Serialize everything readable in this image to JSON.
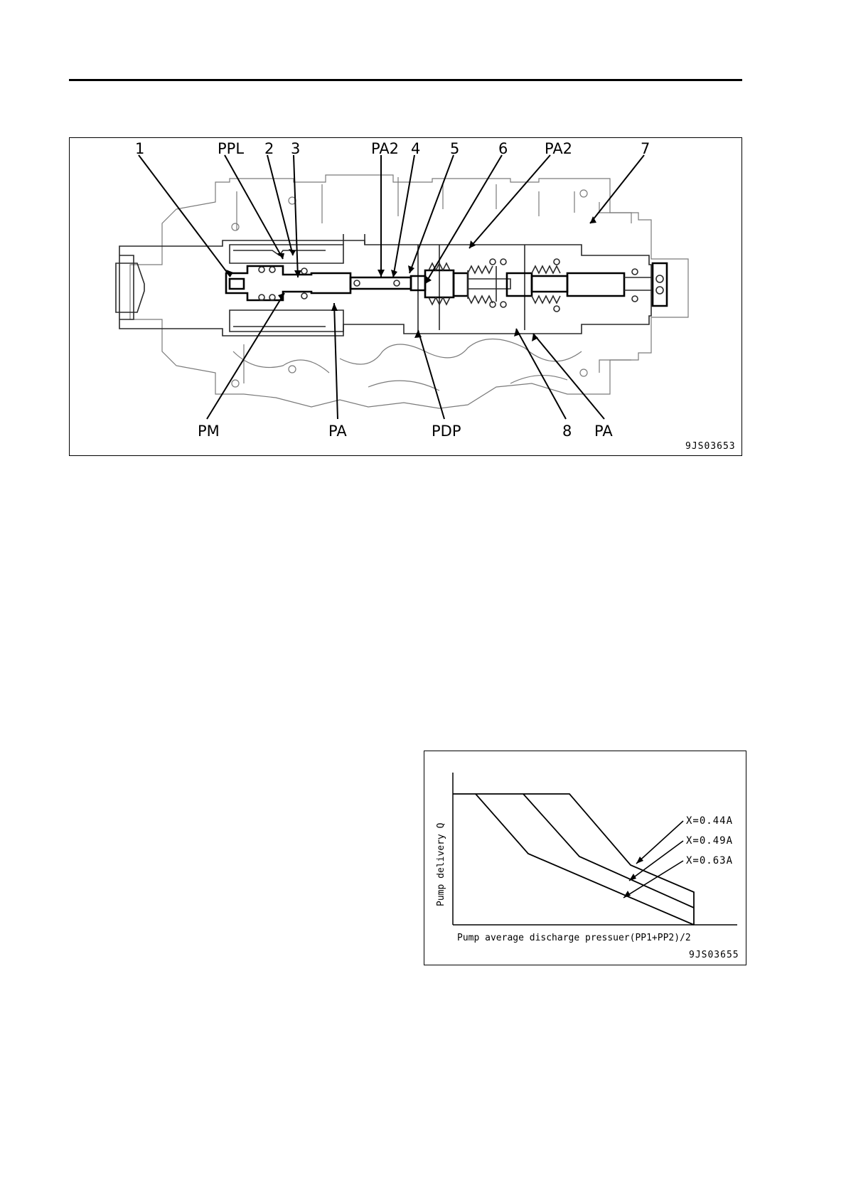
{
  "figure1": {
    "code": "9JS03653",
    "labels_top": [
      "1",
      "PPL",
      "2",
      "3",
      "PA2",
      "4",
      "5",
      "6",
      "PA2",
      "7"
    ],
    "labels_bottom": [
      "PM",
      "PA",
      "PDP",
      "8",
      "PA"
    ]
  },
  "figure2": {
    "code": "9JS03655",
    "ylabel": "Pump delivery Q",
    "xlabel": "Pump average discharge pressuer(PP1+PP2)/2",
    "curves": [
      "X=0.44A",
      "X=0.49A",
      "X=0.63A"
    ]
  }
}
